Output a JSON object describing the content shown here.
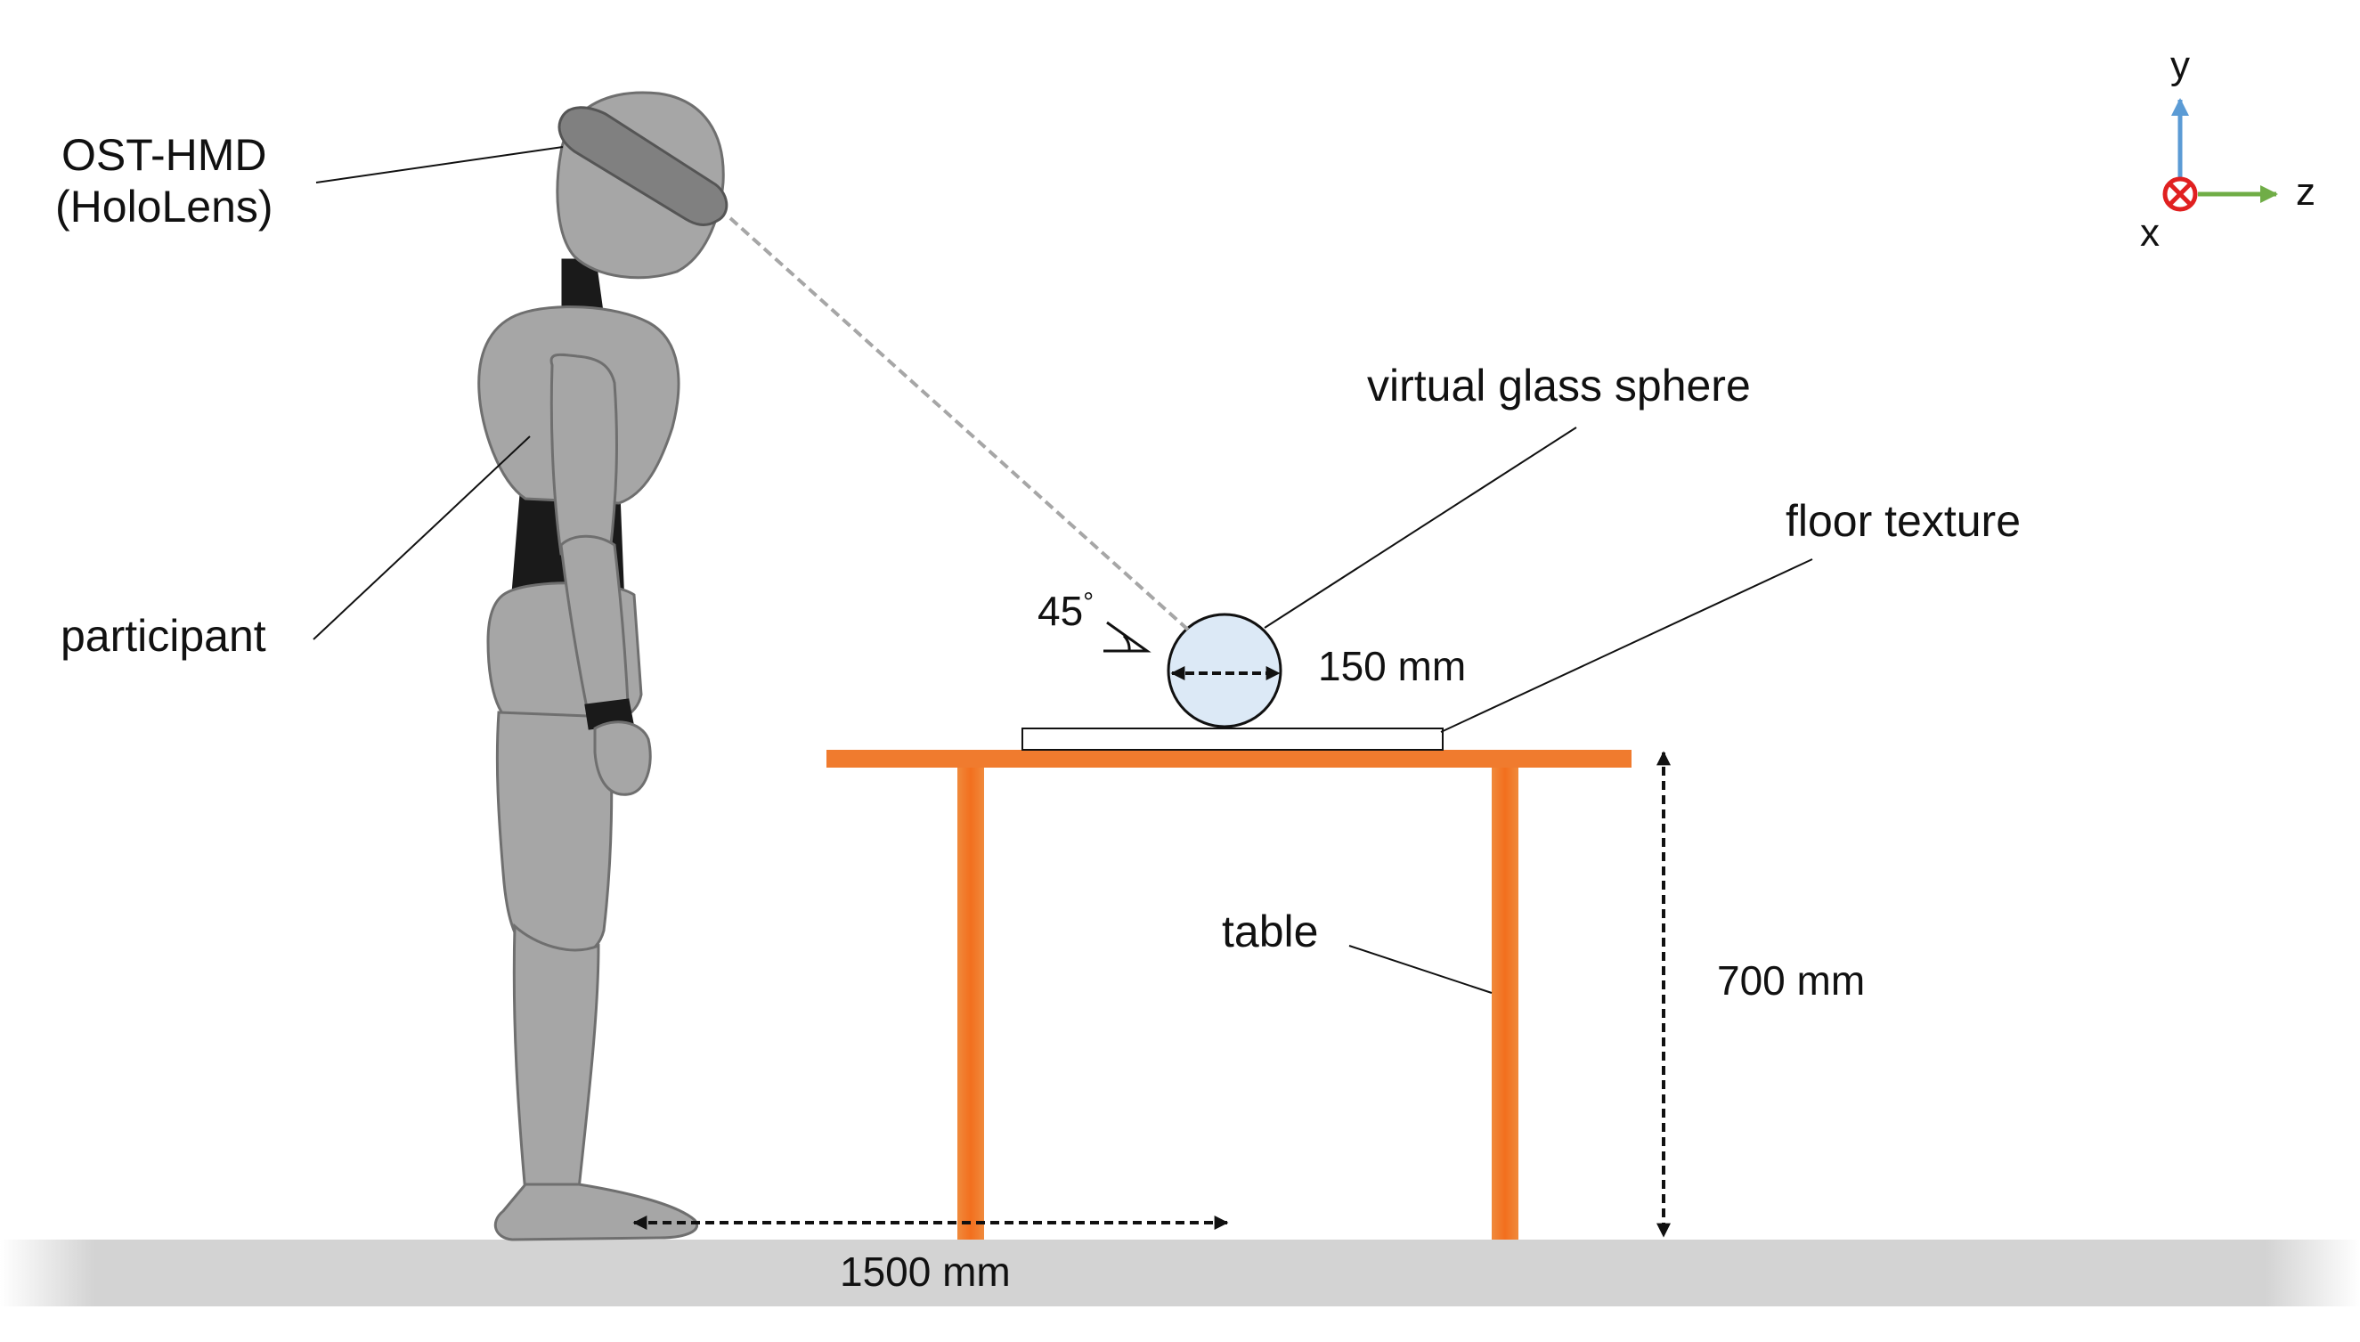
{
  "labels": {
    "hmd_line1": "OST-HMD",
    "hmd_line2": "(HoloLens)",
    "participant": "participant",
    "sphere": "virtual glass sphere",
    "floor_texture": "floor texture",
    "table": "table",
    "angle": "45",
    "angle_unit": "°",
    "sphere_diameter": "150 mm",
    "table_height": "700 mm",
    "distance": "1500 mm"
  },
  "axes": {
    "y": "y",
    "z": "z",
    "x": "x"
  },
  "colors": {
    "table": "#f07b2e",
    "figure": "#a6a6a6",
    "figure_dark": "#7f7f7f",
    "ground": "#d0d0d0",
    "sphere_fill": "#dce9f6",
    "axis_y": "#5b9bd5",
    "axis_z": "#70ad47",
    "axis_x": "#e02020"
  }
}
